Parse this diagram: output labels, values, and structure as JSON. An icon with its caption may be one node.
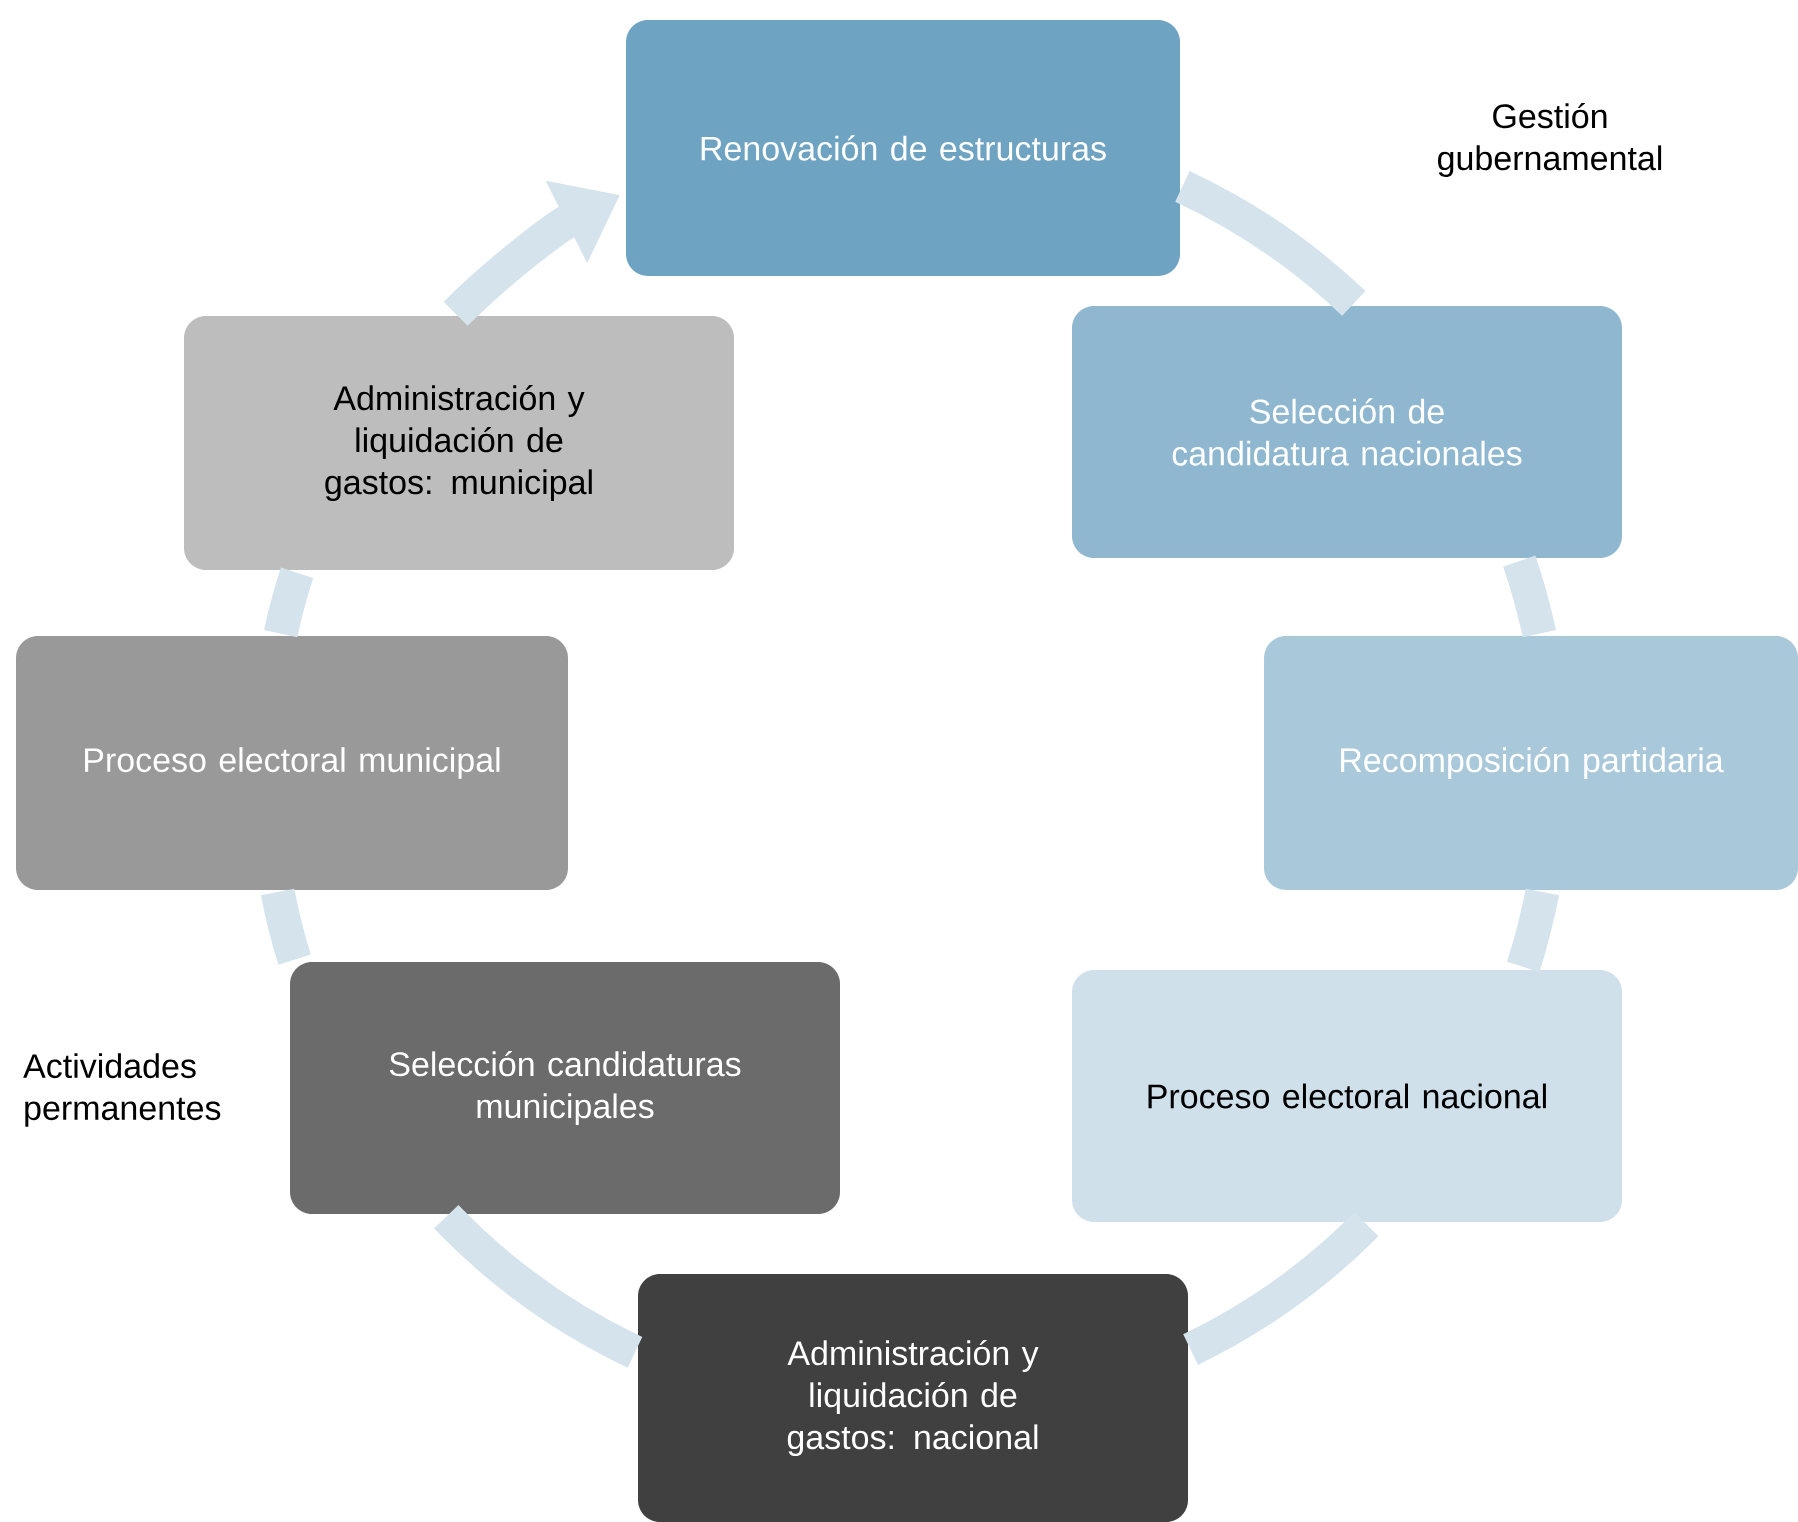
{
  "diagram": {
    "nodes": [
      {
        "text": [
          "Renovación de estructuras"
        ]
      },
      {
        "text": [
          "Selección de candidatura nacionales"
        ]
      },
      {
        "text": [
          "Recomposición partidaria"
        ]
      },
      {
        "text": [
          "Proceso electoral nacional"
        ]
      },
      {
        "text": [
          "Administración y liquidación de gastos: nacional"
        ]
      },
      {
        "text": [
          "Selección candidaturas municipales"
        ]
      },
      {
        "text": [
          "Proceso electoral municipal"
        ]
      },
      {
        "text": [
          "Administración y liquidación de gastos: municipal"
        ]
      }
    ],
    "edges": [
      {
        "from": 0,
        "to": 1,
        "arrow": "none"
      },
      {
        "from": 1,
        "to": 2,
        "arrow": "none"
      },
      {
        "from": 2,
        "to": 3,
        "arrow": "none"
      },
      {
        "from": 3,
        "to": 4,
        "arrow": "none"
      },
      {
        "from": 4,
        "to": 5,
        "arrow": "none"
      },
      {
        "from": 5,
        "to": 6,
        "arrow": "none"
      },
      {
        "from": 6,
        "to": 7,
        "arrow": "none"
      },
      {
        "from": 7,
        "to": 0,
        "arrow": "to"
      }
    ],
    "labels": [
      "Gestión gubernamental",
      "Actividades permanentes"
    ]
  }
}
